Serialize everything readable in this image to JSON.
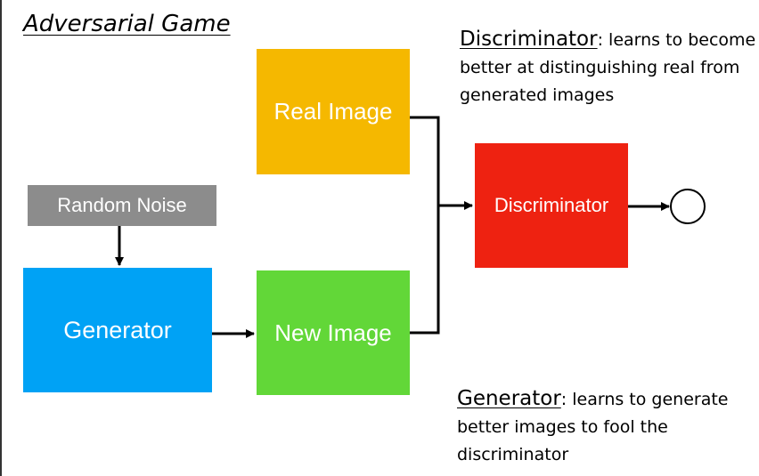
{
  "title": "Adversarial Game",
  "boxes": {
    "real_image": {
      "label": "Real Image",
      "color": "#F5B800"
    },
    "random_noise": {
      "label": "Random Noise",
      "color": "#8C8C8C"
    },
    "generator": {
      "label": "Generator",
      "color": "#00A2F5"
    },
    "new_image": {
      "label": "New Image",
      "color": "#62D738"
    },
    "discriminator": {
      "label": "Discriminator",
      "color": "#EE2211"
    }
  },
  "notes": {
    "discriminator": {
      "heading": "Discriminator",
      "line1": ": learns to become",
      "line2": "better at distinguishing real from",
      "line3": "generated images"
    },
    "generator": {
      "heading": "Generator",
      "line1": ": learns to generate",
      "line2": "better images to fool the",
      "line3": "discriminator"
    }
  }
}
